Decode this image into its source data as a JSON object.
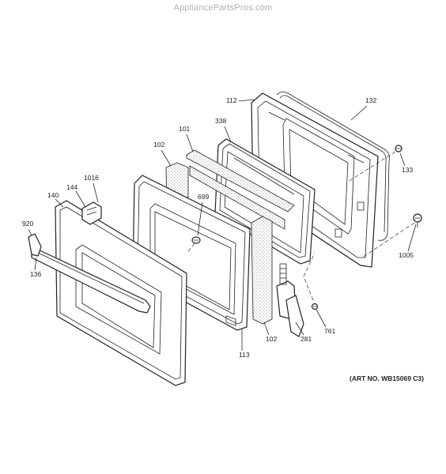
{
  "watermark": "AppliancePartsPros.com",
  "art_number": "(ART NO. WB15069 C3)",
  "callouts": {
    "p112": "112",
    "p132": "132",
    "p338": "338",
    "p101": "101",
    "p102a": "102",
    "p133": "133",
    "p1016": "1016",
    "p144": "144",
    "p140": "140",
    "p699": "699",
    "p920": "920",
    "p1005": "1005",
    "p136": "136",
    "p761": "761",
    "p102b": "102",
    "p281": "281",
    "p113": "113"
  }
}
